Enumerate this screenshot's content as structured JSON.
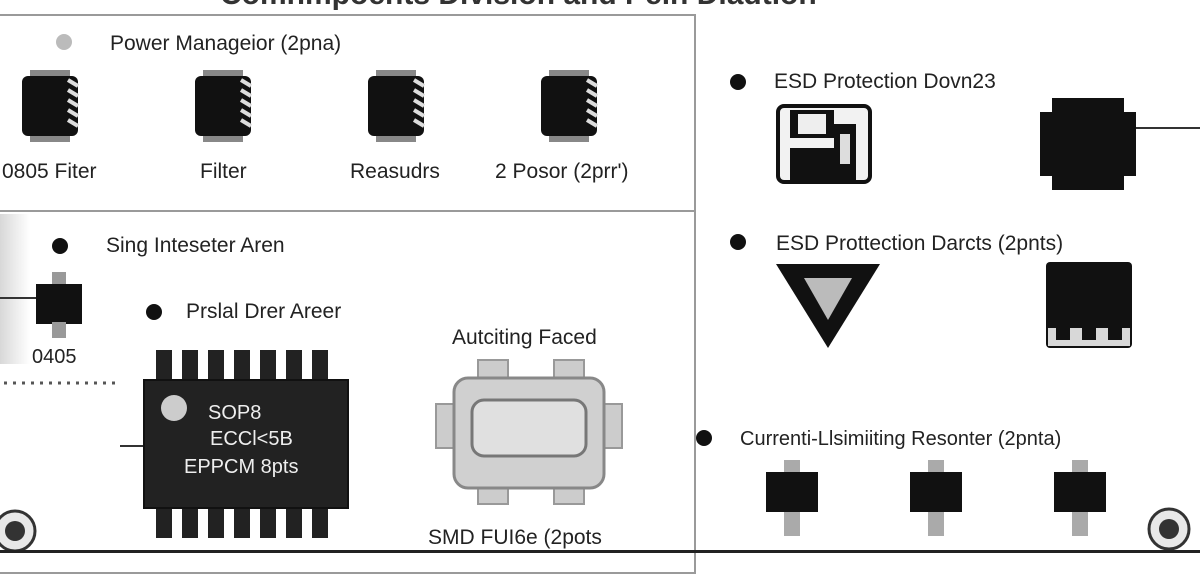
{
  "header": {
    "title": "Comnmpoents Division and Pein Diadtion"
  },
  "power_panel": {
    "title": "Power Manageior (2pna)",
    "labels": [
      "0805 Fiter",
      "Filter",
      "Reasudrs",
      "2 Posor (2prr')"
    ]
  },
  "signal_panel": {
    "title": "Sing Inteseter Aren",
    "component_label": "0405",
    "sub_title": "Prslal Drer Areer",
    "ic_lines": [
      "SOP8",
      "ECCl<5B",
      "EPPCM 8pts"
    ],
    "fuse_title": "Autciting Faced",
    "fuse_label": "SMD FUI6e (2pots"
  },
  "right": {
    "esd1_title": "ESD Protection Dovn23",
    "esd2_title": "ESD Prottection Darcts (2pnts)",
    "current_title": "Currenti-Llsimiiting Resonter (2pnta)"
  }
}
